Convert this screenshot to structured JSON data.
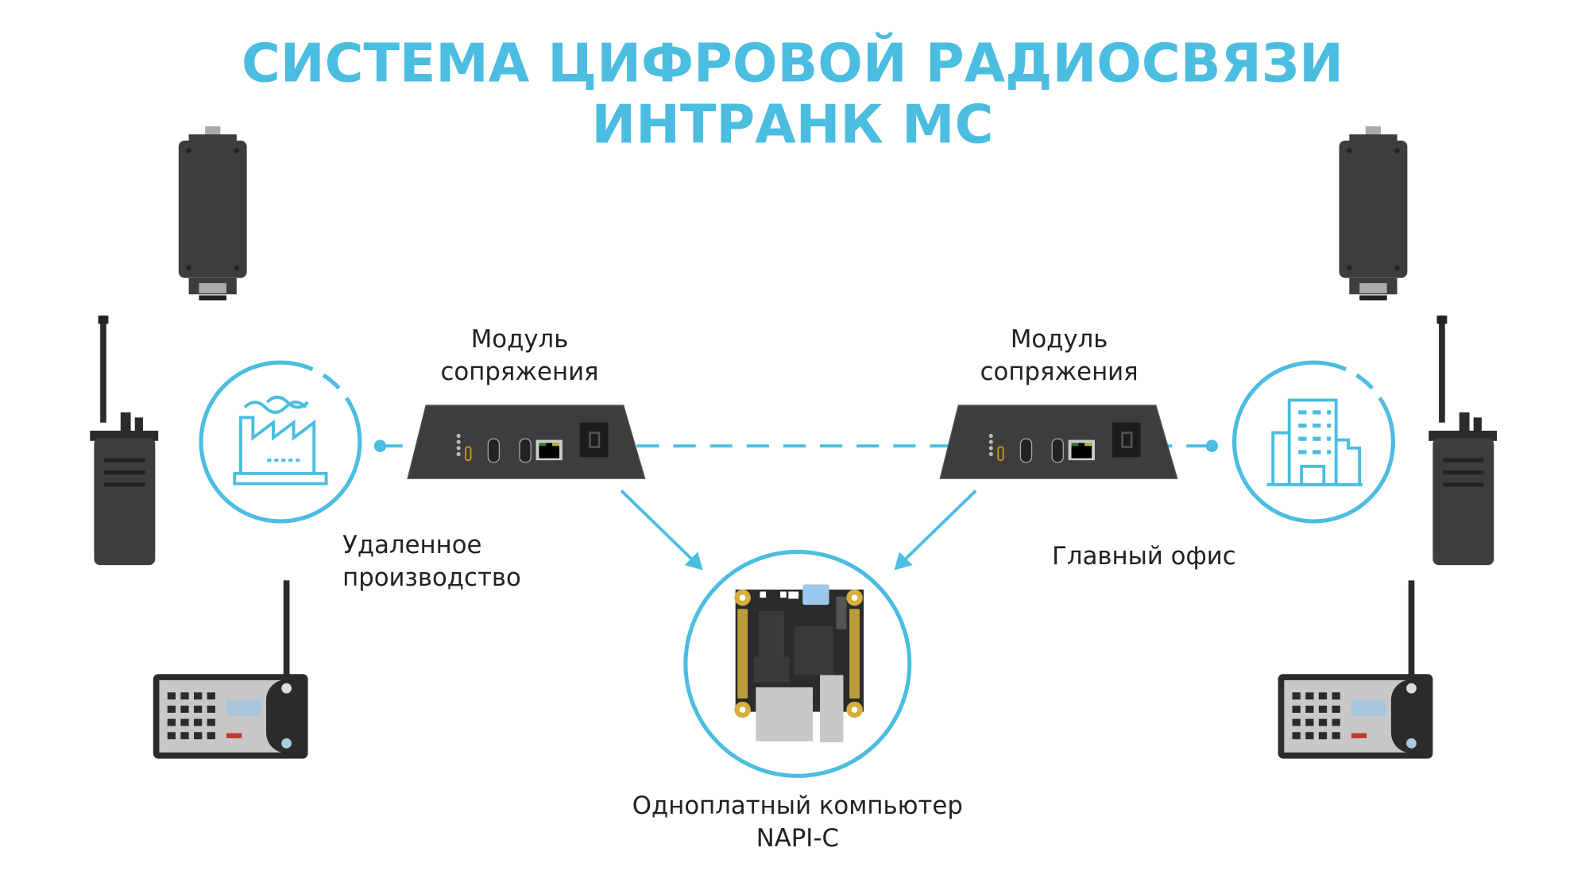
{
  "title": {
    "line1": "СИСТЕМА ЦИФРОВОЙ РАДИОСВЯЗИ",
    "line2": "ИНТРАНК МС"
  },
  "labels": {
    "module_left": {
      "line1": "Модуль",
      "line2": "сопряжения"
    },
    "module_right": {
      "line1": "Модуль",
      "line2": "сопряжения"
    },
    "remote": {
      "line1": "Удаленное",
      "line2": "производство"
    },
    "office": "Главный офис",
    "computer": {
      "line1": "Одноплатный компьютер",
      "line2": "NAPI-C"
    }
  },
  "colors": {
    "accent": "#4bbde0",
    "device": "#3d3d3d",
    "text": "#222222"
  }
}
